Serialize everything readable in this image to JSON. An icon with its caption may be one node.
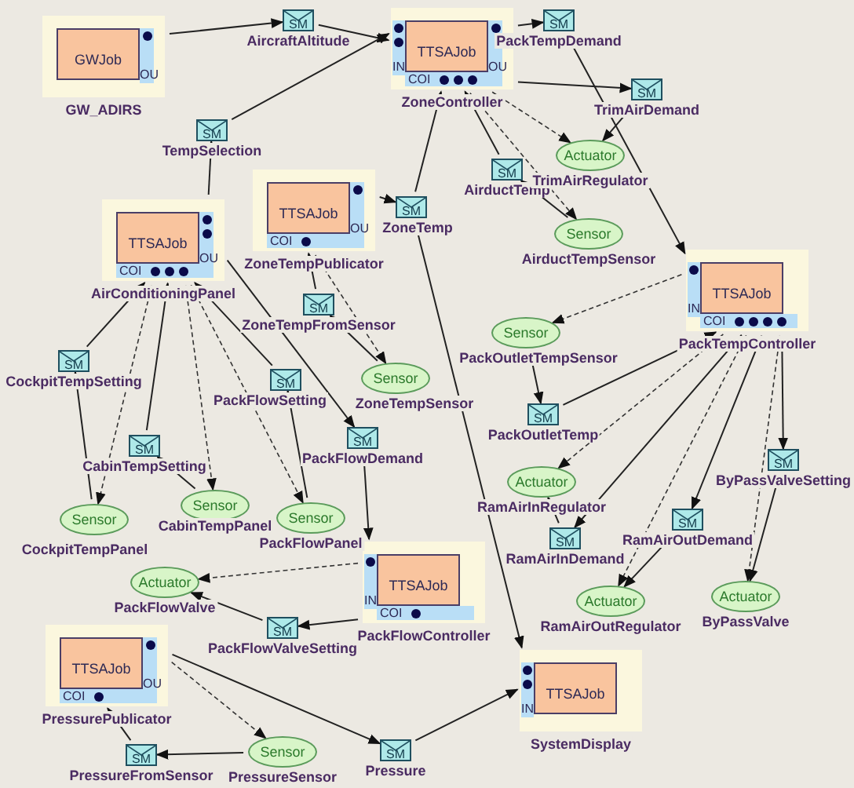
{
  "diagram": {
    "nodes": [
      {
        "text": [
          "GWJob",
          "OU"
        ],
        "beside": [
          "GW_ADIRS"
        ]
      },
      {
        "text": [
          "TTSAJob",
          "IN",
          "OU",
          "COI"
        ],
        "beside": [
          "ZoneController"
        ]
      },
      {
        "text": [
          "TTSAJob",
          "OU",
          "COI"
        ],
        "beside": [
          "ZoneTempPublicator"
        ]
      },
      {
        "text": [
          "TTSAJob",
          "OU",
          "COI"
        ],
        "beside": [
          "AirConditioningPanel"
        ]
      },
      {
        "text": [
          "TTSAJob",
          "IN",
          "COI"
        ],
        "beside": [
          "PackTempController"
        ]
      },
      {
        "text": [
          "TTSAJob",
          "IN",
          "COI"
        ],
        "beside": [
          "PackFlowController"
        ]
      },
      {
        "text": [
          "TTSAJob",
          "OU",
          "COI"
        ],
        "beside": [
          "PressurePublicator"
        ]
      },
      {
        "text": [
          "TTSAJob",
          "IN"
        ],
        "beside": [
          "SystemDisplay"
        ]
      },
      {
        "text": [
          "SM"
        ],
        "beside": [
          "AircraftAltitude"
        ]
      },
      {
        "text": [
          "SM"
        ],
        "beside": [
          "TempSelection"
        ]
      },
      {
        "text": [
          "SM"
        ],
        "beside": [
          "ZoneTemp"
        ]
      },
      {
        "text": [
          "SM"
        ],
        "beside": [
          "PackTempDemand"
        ]
      },
      {
        "text": [
          "SM"
        ],
        "beside": [
          "TrimAirDemand"
        ]
      },
      {
        "text": [
          "SM"
        ],
        "beside": [
          "AirductTemp"
        ]
      },
      {
        "text": [
          "SM"
        ],
        "beside": [
          "ZoneTempFromSensor"
        ]
      },
      {
        "text": [
          "SM"
        ],
        "beside": [
          "CockpitTempSetting"
        ]
      },
      {
        "text": [
          "SM"
        ],
        "beside": [
          "PackFlowSetting"
        ]
      },
      {
        "text": [
          "SM"
        ],
        "beside": [
          "PackFlowDemand"
        ]
      },
      {
        "text": [
          "SM"
        ],
        "beside": [
          "CabinTempSetting"
        ]
      },
      {
        "text": [
          "SM"
        ],
        "beside": [
          "PackOutletTemp"
        ]
      },
      {
        "text": [
          "SM"
        ],
        "beside": [
          "ByPassValveSetting"
        ]
      },
      {
        "text": [
          "SM"
        ],
        "beside": [
          "RamAirInDemand"
        ]
      },
      {
        "text": [
          "SM"
        ],
        "beside": [
          "RamAirOutDemand"
        ]
      },
      {
        "text": [
          "SM"
        ],
        "beside": [
          "PackFlowValveSetting"
        ]
      },
      {
        "text": [
          "SM"
        ],
        "beside": [
          "PressureFromSensor"
        ]
      },
      {
        "text": [
          "SM"
        ],
        "beside": [
          "Pressure"
        ]
      },
      {
        "text": [
          "Actuator"
        ],
        "beside": [
          "TrimAirRegulator"
        ]
      },
      {
        "text": [
          "Sensor"
        ],
        "beside": [
          "AirductTempSensor"
        ]
      },
      {
        "text": [
          "Sensor"
        ],
        "beside": [
          "ZoneTempSensor"
        ]
      },
      {
        "text": [
          "Sensor"
        ],
        "beside": [
          "PackOutletTempSensor"
        ]
      },
      {
        "text": [
          "Sensor"
        ],
        "beside": [
          "CockpitTempPanel"
        ]
      },
      {
        "text": [
          "Sensor"
        ],
        "beside": [
          "CabinTempPanel"
        ]
      },
      {
        "text": [
          "Sensor"
        ],
        "beside": [
          "PackFlowPanel"
        ]
      },
      {
        "text": [
          "Actuator"
        ],
        "beside": [
          "RamAirInRegulator"
        ]
      },
      {
        "text": [
          "Actuator"
        ],
        "beside": [
          "RamAirOutRegulator"
        ]
      },
      {
        "text": [
          "Actuator"
        ],
        "beside": [
          "ByPassValve"
        ]
      },
      {
        "text": [
          "Actuator"
        ],
        "beside": [
          "PackFlowValve"
        ]
      },
      {
        "text": [
          "Sensor"
        ],
        "beside": [
          "PressureSensor"
        ]
      }
    ],
    "edges": [
      {
        "from": 0,
        "to": 8,
        "arrow": "to"
      },
      {
        "from": 8,
        "to": 1,
        "arrow": "to"
      },
      {
        "from": 9,
        "to": 1,
        "arrow": "to"
      },
      {
        "from": 3,
        "to": 9,
        "arrow": "to"
      },
      {
        "from": 1,
        "to": 11,
        "arrow": "to"
      },
      {
        "from": 11,
        "to": 4,
        "arrow": "to"
      },
      {
        "from": 1,
        "to": 12,
        "arrow": "to"
      },
      {
        "from": 12,
        "to": 26,
        "arrow": "to"
      },
      {
        "from": 1,
        "to": 26,
        "arrow": "to",
        "style": "dashed"
      },
      {
        "from": 13,
        "to": 1,
        "arrow": "to"
      },
      {
        "from": 27,
        "to": 13,
        "arrow": "to"
      },
      {
        "from": 1,
        "to": 27,
        "arrow": "to",
        "style": "dashed"
      },
      {
        "from": 10,
        "to": 1,
        "arrow": "to"
      },
      {
        "from": 2,
        "to": 10,
        "arrow": "to"
      },
      {
        "from": 10,
        "to": 7,
        "arrow": "to"
      },
      {
        "from": 14,
        "to": 2,
        "arrow": "to"
      },
      {
        "from": 28,
        "to": 14,
        "arrow": "to"
      },
      {
        "from": 2,
        "to": 28,
        "arrow": "to",
        "style": "dashed"
      },
      {
        "from": 3,
        "to": 17,
        "arrow": "to"
      },
      {
        "from": 17,
        "to": 5,
        "arrow": "to"
      },
      {
        "from": 15,
        "to": 3,
        "arrow": "to"
      },
      {
        "from": 30,
        "to": 15,
        "arrow": "to"
      },
      {
        "from": 3,
        "to": 30,
        "arrow": "to",
        "style": "dashed"
      },
      {
        "from": 18,
        "to": 3,
        "arrow": "to"
      },
      {
        "from": 31,
        "to": 18,
        "arrow": "to"
      },
      {
        "from": 3,
        "to": 31,
        "arrow": "to",
        "style": "dashed"
      },
      {
        "from": 16,
        "to": 3,
        "arrow": "to"
      },
      {
        "from": 32,
        "to": 16,
        "arrow": "to"
      },
      {
        "from": 3,
        "to": 32,
        "arrow": "to",
        "style": "dashed"
      },
      {
        "from": 4,
        "to": 29,
        "arrow": "to",
        "style": "dashed"
      },
      {
        "from": 29,
        "to": 19,
        "arrow": "to"
      },
      {
        "from": 19,
        "to": 4,
        "arrow": "to"
      },
      {
        "from": 4,
        "to": 33,
        "arrow": "to",
        "style": "dashed"
      },
      {
        "from": 4,
        "to": 21,
        "arrow": "to"
      },
      {
        "from": 21,
        "to": 33,
        "arrow": "to"
      },
      {
        "from": 4,
        "to": 22,
        "arrow": "to"
      },
      {
        "from": 22,
        "to": 34,
        "arrow": "to"
      },
      {
        "from": 4,
        "to": 34,
        "arrow": "to",
        "style": "dashed"
      },
      {
        "from": 4,
        "to": 20,
        "arrow": "to"
      },
      {
        "from": 20,
        "to": 35,
        "arrow": "to"
      },
      {
        "from": 4,
        "to": 35,
        "arrow": "to",
        "style": "dashed"
      },
      {
        "from": 5,
        "to": 36,
        "arrow": "to",
        "style": "dashed"
      },
      {
        "from": 5,
        "to": 23,
        "arrow": "to"
      },
      {
        "from": 23,
        "to": 36,
        "arrow": "to"
      },
      {
        "from": 6,
        "to": 25,
        "arrow": "to"
      },
      {
        "from": 25,
        "to": 7,
        "arrow": "to"
      },
      {
        "from": 6,
        "to": 37,
        "arrow": "to",
        "style": "dashed"
      },
      {
        "from": 37,
        "to": 24,
        "arrow": "to"
      },
      {
        "from": 24,
        "to": 6,
        "arrow": "to"
      }
    ]
  }
}
